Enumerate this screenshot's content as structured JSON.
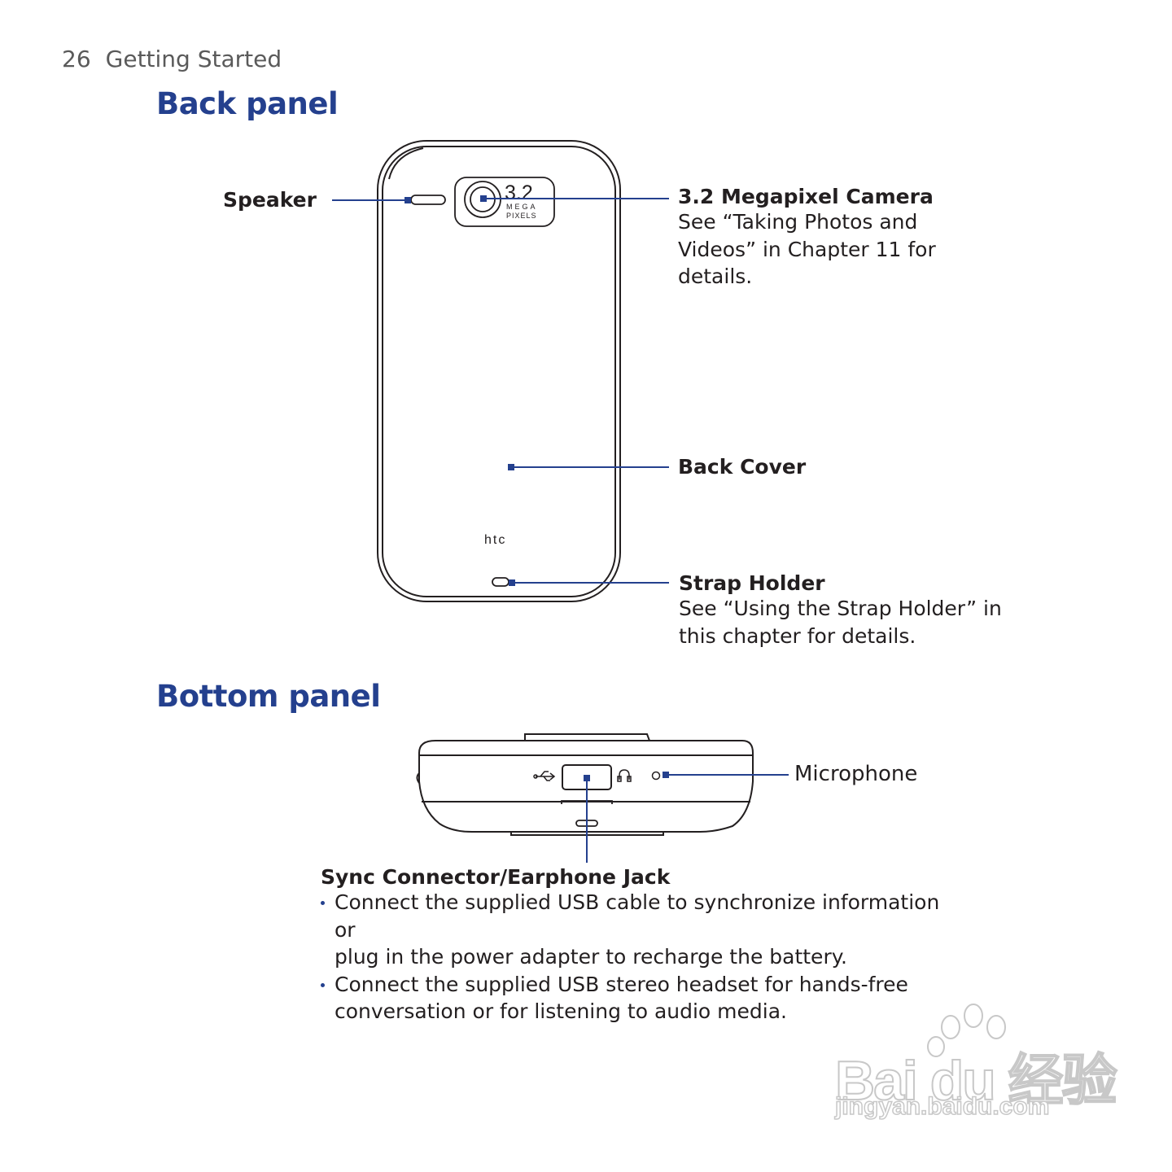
{
  "header": {
    "page_number": "26",
    "section": "Getting Started"
  },
  "back_panel": {
    "heading": "Back panel",
    "device_texts": {
      "camera_badge_value": "3.2",
      "camera_badge_line1": "MEGA",
      "camera_badge_line2": "PIXELS",
      "brand": "htc"
    },
    "callouts": {
      "speaker": {
        "label": "Speaker"
      },
      "camera": {
        "label": "3.2 Megapixel Camera",
        "desc_lines": [
          "See “Taking Photos and",
          "Videos” in Chapter 11 for",
          "details."
        ]
      },
      "back_cover": {
        "label": "Back Cover"
      },
      "strap_holder": {
        "label": "Strap Holder",
        "desc_lines": [
          "See “Using the Strap Holder” in",
          "this chapter for details."
        ]
      }
    }
  },
  "bottom_panel": {
    "heading": "Bottom panel",
    "callouts": {
      "microphone": {
        "label": "Microphone"
      },
      "sync": {
        "label": "Sync Connector/Earphone Jack",
        "bullets": [
          [
            "Connect the supplied USB cable to synchronize information or",
            "plug in the power adapter to recharge the battery."
          ],
          [
            "Connect the supplied USB stereo headset for hands-free",
            "conversation or for listening to audio media."
          ]
        ]
      }
    }
  },
  "watermark": {
    "main": "Bai du 经验",
    "sub": "jingyan.baidu.com"
  },
  "colors": {
    "heading": "#24408e",
    "callout_line": "#24408e",
    "body_text": "#231f20",
    "outline": "#231f20"
  }
}
